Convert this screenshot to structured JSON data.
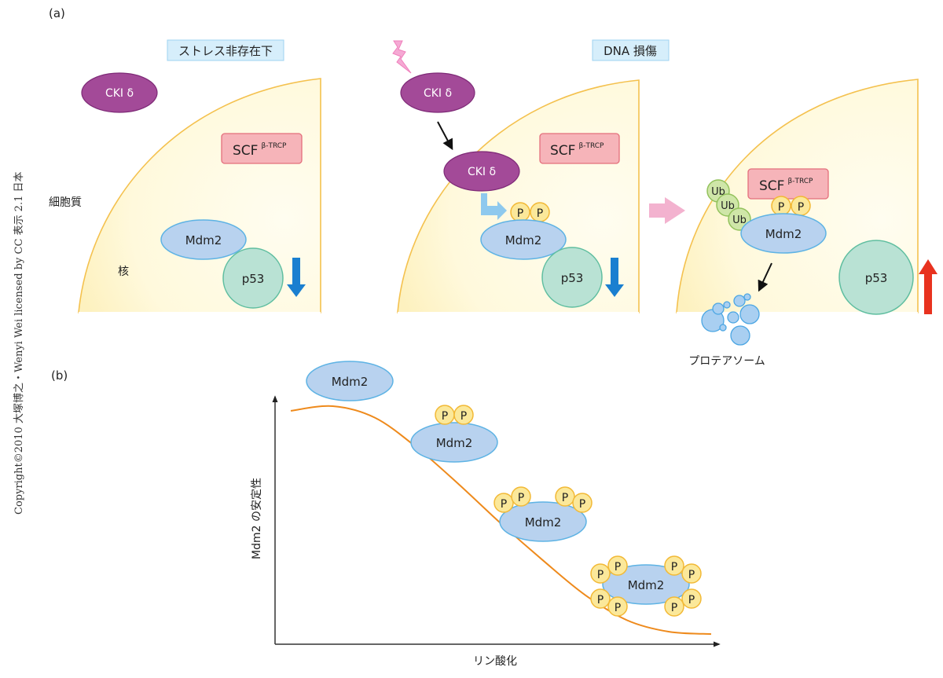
{
  "copyright": "Copyright©2010 大塚博之・Wenyi Wei licensed by CC 表示 2.1 日本",
  "panel_a": {
    "label": "(a)",
    "left": {
      "condition": "ストレス非存在下",
      "cytoplasm_label": "細胞質",
      "nucleus_label": "核",
      "cki": "CKI δ",
      "scf": "SCF",
      "scf_sup": "β-TRCP",
      "mdm2": "Mdm2",
      "p53": "p53",
      "p53_trend": "down"
    },
    "middle": {
      "condition": "DNA 損傷",
      "cki_outside": "CKI δ",
      "cki_inside": "CKI δ",
      "scf": "SCF",
      "scf_sup": "β-TRCP",
      "phospho": [
        "P",
        "P"
      ],
      "mdm2": "Mdm2",
      "p53": "p53",
      "p53_trend": "down"
    },
    "right": {
      "scf": "SCF",
      "scf_sup": "β-TRCP",
      "ubiquitin": [
        "Ub",
        "Ub",
        "Ub"
      ],
      "phospho": [
        "P",
        "P"
      ],
      "mdm2": "Mdm2",
      "p53": "p53",
      "p53_trend": "up",
      "proteasome_label": "プロテアソーム"
    },
    "colors": {
      "cki": "#a34a98",
      "mdm2": "#b8d2ef",
      "p53": "#b9e2d4",
      "scf": "#f6b4b9",
      "phospho": "#fbe89a",
      "ubiquitin": "#cfe6a8",
      "down_arrow": "#1a7fd0",
      "up_arrow": "#e8321f",
      "transition_arrow": "#f3b2cf",
      "lightning": "#f5a9d4"
    }
  },
  "panel_b": {
    "label": "(b)",
    "ylabel": "Mdm2 の安定性",
    "xlabel": "リン酸化",
    "states": [
      {
        "label": "Mdm2",
        "phospho_count": 0
      },
      {
        "label": "Mdm2",
        "phospho_count": 2
      },
      {
        "label": "Mdm2",
        "phospho_count": 4
      },
      {
        "label": "Mdm2",
        "phospho_count": 8
      }
    ],
    "phospho_label": "P",
    "curve_color": "#ee8a1c"
  },
  "chart_data": {
    "type": "line",
    "title": "",
    "xlabel": "リン酸化",
    "ylabel": "Mdm2 の安定性",
    "x": [
      0,
      0.1,
      0.2,
      0.3,
      0.4,
      0.5,
      0.6,
      0.7,
      0.8,
      0.9,
      1.0
    ],
    "series": [
      {
        "name": "Mdm2 stability",
        "values": [
          0.98,
          1.0,
          0.95,
          0.82,
          0.66,
          0.49,
          0.33,
          0.18,
          0.07,
          0.02,
          0.01
        ]
      }
    ],
    "xlim": [
      0,
      1
    ],
    "ylim": [
      0,
      1.1
    ],
    "grid": false,
    "qualitative": true
  }
}
